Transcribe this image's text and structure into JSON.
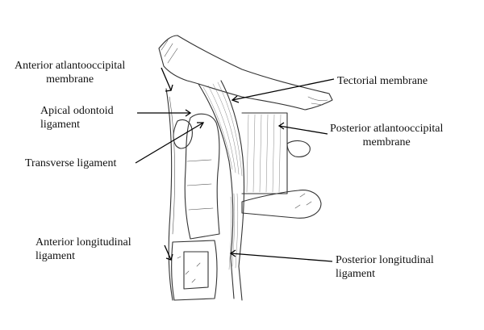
{
  "labels": {
    "anterior_atlantooccipital": [
      "Anterior atlantooccipital",
      "membrane"
    ],
    "apical_odontoid": [
      "Apical odontoid",
      "ligament"
    ],
    "transverse": [
      "Transverse ligament"
    ],
    "anterior_longitudinal": [
      "Anterior longitudinal",
      "ligament"
    ],
    "tectorial": [
      "Tectorial membrane"
    ],
    "posterior_atlantooccipital": [
      "Posterior atlantooccipital",
      "membrane"
    ],
    "posterior_longitudinal": [
      "Posterior longitudinal",
      "ligament"
    ]
  },
  "colors": {
    "ink": "#111111",
    "sketch": "#333333",
    "background": "#ffffff"
  }
}
